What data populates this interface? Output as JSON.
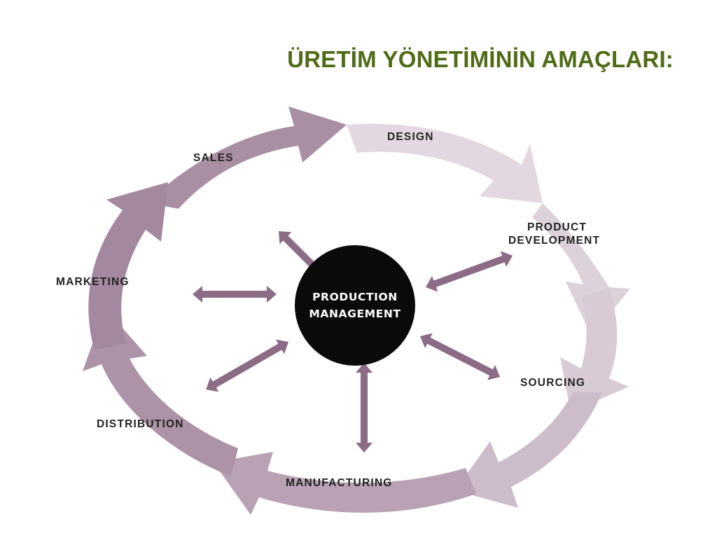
{
  "title": "ÜRETİM YÖNETİMİNİN AMAÇLARI:",
  "diagram": {
    "center": {
      "line1": "PRODUCTION",
      "line2": "MANAGEMENT"
    },
    "stages": {
      "design": "DESIGN",
      "product_development_1": "PRODUCT",
      "product_development_2": "DEVELOPMENT",
      "sourcing": "SOURCING",
      "manufacturing": "MANUFACTURING",
      "distribution": "DISTRIBUTION",
      "marketing": "MARKETING",
      "sales": "SALES"
    },
    "colors": {
      "ring_dark": "#a88ea2",
      "ring_light": "#e6dde5",
      "spoke": "#8c6b86",
      "center_fill": "#0a0a0a",
      "title": "#4f6b16"
    }
  }
}
